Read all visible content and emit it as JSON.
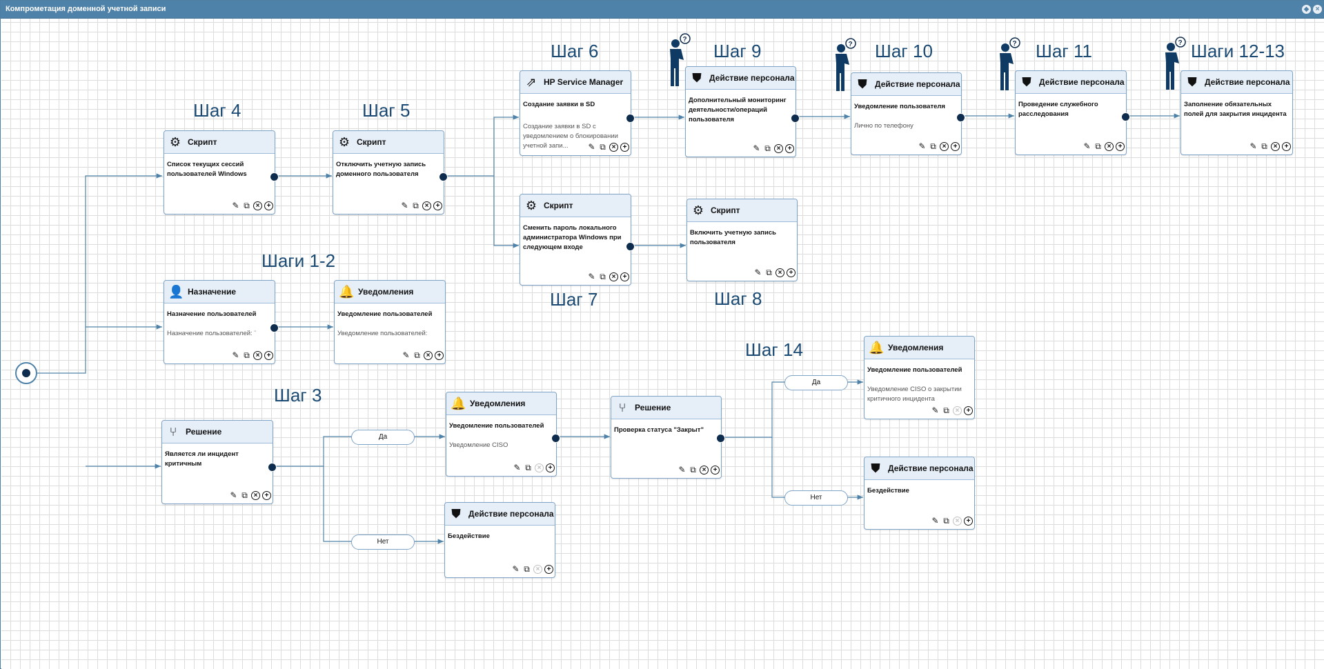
{
  "window": {
    "title": "Компрометация доменной учетной записи"
  },
  "colors": {
    "titlebar": "#4f82a8",
    "node_border": "#7da3c7",
    "node_header": "#e6eef8",
    "step_label": "#1a4a73",
    "port": "#0e2c4d"
  },
  "icons": {
    "script": "gears-icon",
    "hp": "external-link-icon",
    "personnel": "shield-icon",
    "assign": "user-assign-icon",
    "notify": "bell-icon",
    "decision": "fork-icon"
  },
  "steps": {
    "s1_2": "Шаги 1-2",
    "s3": "Шаг 3",
    "s4": "Шаг 4",
    "s5": "Шаг 5",
    "s6": "Шаг 6",
    "s7": "Шаг 7",
    "s8": "Шаг 8",
    "s9": "Шаг 9",
    "s10": "Шаг 10",
    "s11": "Шаг 11",
    "s12_13": "Шаги 12-13",
    "s14": "Шаг 14"
  },
  "branches": {
    "yes": "Да",
    "no": "Нет"
  },
  "nodes": {
    "n_script1": {
      "type": "Скрипт",
      "subtitle": "Список текущих сессий пользователей Windows",
      "desc": ""
    },
    "n_script2": {
      "type": "Скрипт",
      "subtitle": "Отключить учетную запись доменного пользователя",
      "desc": ""
    },
    "n_assign": {
      "type": "Назначение",
      "subtitle": "Назначение пользователей",
      "desc": "Назначение пользователей: ¨"
    },
    "n_notify1": {
      "type": "Уведомления",
      "subtitle": "Уведомление пользователей",
      "desc": "Уведомление пользователей:"
    },
    "n_decision1": {
      "type": "Решение",
      "subtitle": "Является ли инцидент критичным",
      "desc": ""
    },
    "n_notify2": {
      "type": "Уведомления",
      "subtitle": "Уведомление пользователей",
      "desc": "Уведомление CISO"
    },
    "n_action_none1": {
      "type": "Действие персонала",
      "subtitle": "Бездействие",
      "desc": ""
    },
    "n_decision2": {
      "type": "Решение",
      "subtitle": "Проверка статуса \"Закрыт\"",
      "desc": ""
    },
    "n_notify3": {
      "type": "Уведомления",
      "subtitle": "Уведомление пользователей",
      "desc": "Уведомление CISO о закрытии критичного инцидента"
    },
    "n_action_none2": {
      "type": "Действие персонала",
      "subtitle": "Бездействие",
      "desc": ""
    },
    "n_hp": {
      "type": "HP Service Manager",
      "subtitle": "Создание заявки в SD",
      "desc": "Создание заявки в SD с уведомлением о блокировании учетной запи..."
    },
    "n_script3": {
      "type": "Скрипт",
      "subtitle": "Сменить пароль локального администратора Windows при следующем входе",
      "desc": ""
    },
    "n_script4": {
      "type": "Скрипт",
      "subtitle": "Включить учетную запись пользователя",
      "desc": ""
    },
    "n_action9": {
      "type": "Действие персонала",
      "subtitle": "Дополнительный мониторинг деятельности/операций пользователя",
      "desc": ""
    },
    "n_action10": {
      "type": "Действие персонала",
      "subtitle": "Уведомление пользователя",
      "desc": "Лично по телефону"
    },
    "n_action11": {
      "type": "Действие персонала",
      "subtitle": "Проведение служебного расследования",
      "desc": ""
    },
    "n_action12": {
      "type": "Действие персонала",
      "subtitle": "Заполнение обязательных полей для закрытия инцидента",
      "desc": ""
    }
  }
}
